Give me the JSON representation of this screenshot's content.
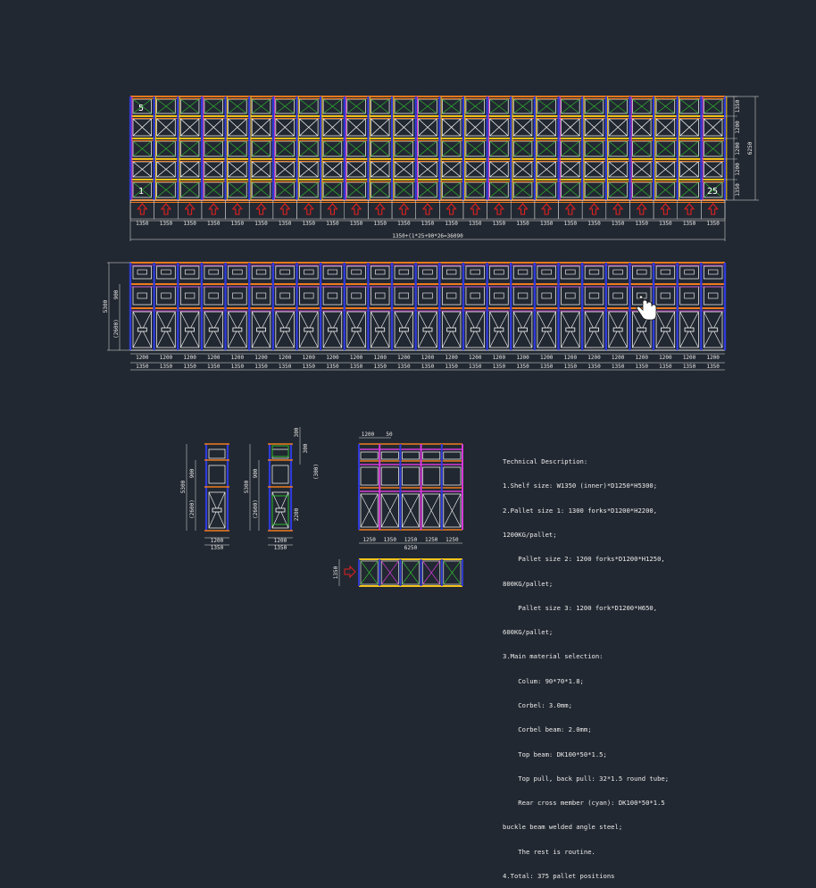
{
  "drawing": {
    "background": "#222831",
    "colors": {
      "column": "#2f3bd8",
      "beam": "#f2c21b",
      "beam_orange": "#ef7a1e",
      "cross": "#2fb82f",
      "white": "#ffffff",
      "magenta": "#d43ad8",
      "arrow": "#e02020",
      "dimension": "#e6e6e6"
    },
    "plan": {
      "bays": 25,
      "levels": 5,
      "bay_width_label": "1350",
      "total_label": "1350+(1*25+90*26=36090",
      "first_bay_number": "1",
      "last_bay_number": "25",
      "top_level_number": "5",
      "row_labels": [
        "1350",
        "1200",
        "1200",
        "1200",
        "1350"
      ],
      "total_depth": "6250"
    },
    "elevation": {
      "bays": 25,
      "pallet_label": "1200",
      "bay_label": "1350",
      "left_dims": [
        "5300",
        "900",
        "(2600)"
      ]
    },
    "side_views": {
      "view1": {
        "dims": [
          "5300",
          "900",
          "(2600)"
        ],
        "bottom": [
          "1200",
          "1350"
        ]
      },
      "view2": {
        "dims": [
          "5300",
          "900",
          "(2600)",
          "300",
          "300",
          "(300)",
          "2200"
        ],
        "bottom": [
          "1200",
          "1350"
        ]
      },
      "view3": {
        "top": [
          "1200",
          "50"
        ],
        "bottom": [
          "1250",
          "1350",
          "1250",
          "1250",
          "1250"
        ],
        "total": "6250"
      },
      "plan_small": {
        "dim": "1350"
      }
    }
  },
  "technical": {
    "title": "Technical Description:",
    "lines": [
      "1.Shelf size: W1350 (inner)*D1250*H5300;",
      "2.Pallet size 1: 1300 forks*D1200*H2200,",
      "1200KG/pallet;",
      "    Pallet size 2: 1200 forks*D1200*H1250,",
      "800KG/pallet;",
      "    Pallet size 3: 1200 fork*D1200*H650,",
      "600KG/pallet;",
      "3.Main material selection:",
      "    Colum: 90*70*1.8;",
      "    Corbel: 3.0mm;",
      "    Corbel beam: 2.0mm;",
      "    Top beam: DK100*50*1.5;",
      "    Top pull, back pull: 32*1.5 round tube;",
      "    Rear cross member (cyan): DK100*50*1.5",
      "buckle beam welded angle steel;",
      "    The rest is routine.",
      "4.Total: 375 pallet positions"
    ]
  },
  "cursor": {
    "icon": "hand-cursor-icon"
  }
}
